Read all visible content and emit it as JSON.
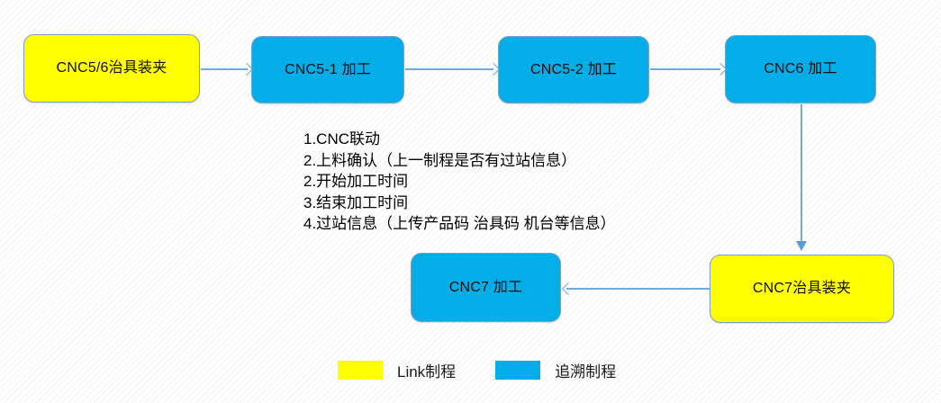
{
  "diagram": {
    "nodes": [
      {
        "id": "cnc56-fixture",
        "label": "CNC5/6治具装夹",
        "type": "link-proc"
      },
      {
        "id": "cnc5-1",
        "label": "CNC5-1 加工",
        "type": "trace-proc"
      },
      {
        "id": "cnc5-2",
        "label": "CNC5-2 加工",
        "type": "trace-proc"
      },
      {
        "id": "cnc6",
        "label": "CNC6 加工",
        "type": "trace-proc"
      },
      {
        "id": "cnc7-machine",
        "label": "CNC7 加工",
        "type": "trace-proc"
      },
      {
        "id": "cnc7-fixture",
        "label": "CNC7治具装夹",
        "type": "link-proc"
      }
    ],
    "requirements": [
      "1.CNC联动",
      "2.上料确认（上一制程是否有过站信息）",
      "2.开始加工时间",
      "3.结束加工时间",
      "4.过站信息（上传产品码 治具码 机台等信息）"
    ],
    "legend": [
      {
        "swatch_color": "#ffff00",
        "label": "Link制程"
      },
      {
        "swatch_color": "#03aee8",
        "label": "追溯制程"
      }
    ],
    "colors": {
      "link_process": "#ffff00",
      "trace_process": "#03aee8",
      "connector": "#74a9dc",
      "node_border": "#7f9fc4",
      "background": "#ffffff"
    }
  }
}
